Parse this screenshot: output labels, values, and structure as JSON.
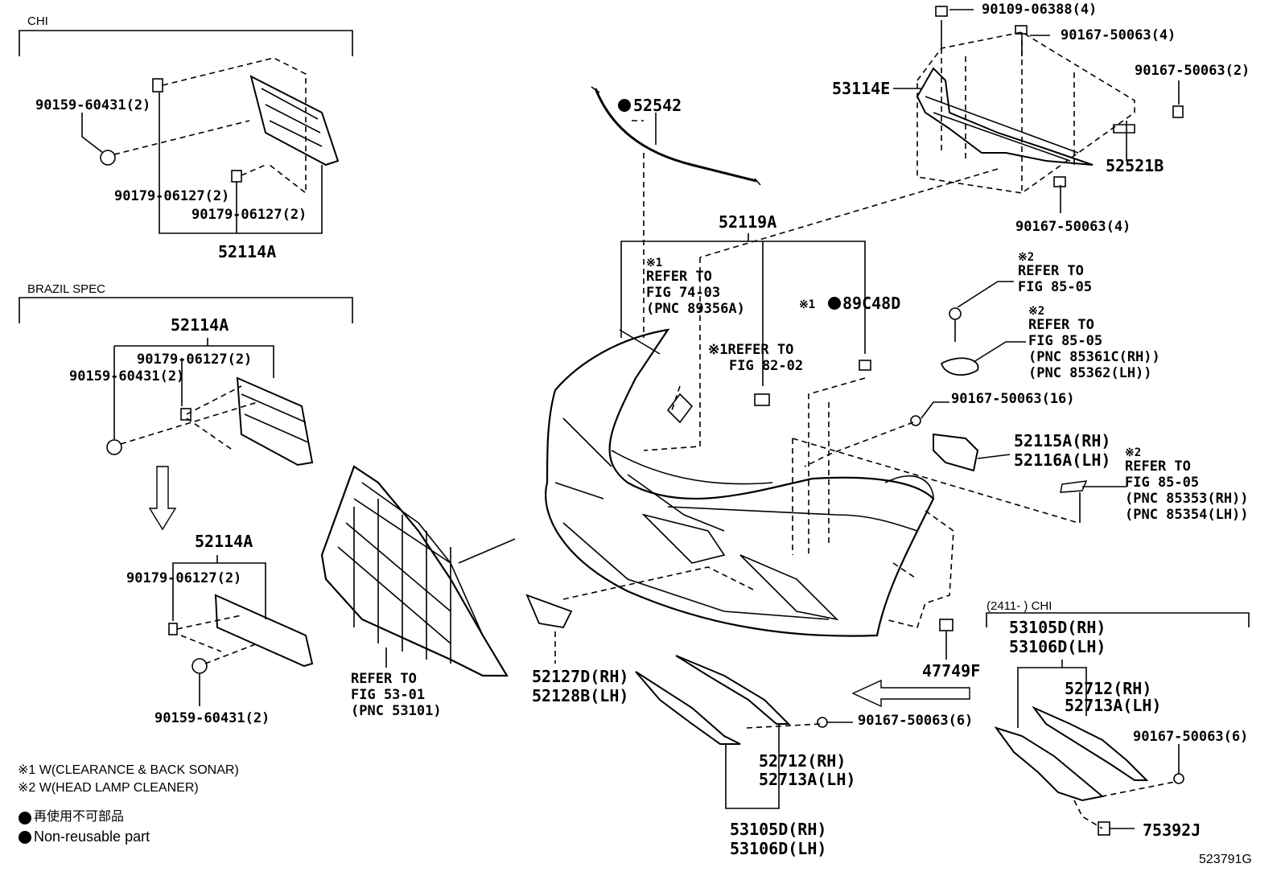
{
  "sections": {
    "chi": "CHI",
    "brazil": "BRAZIL SPEC",
    "chi_2411": "(2411-      ) CHI"
  },
  "parts": {
    "p90109_06388": "90109-06388(4)",
    "p90167_50063_4_top": "90167-50063(4)",
    "p90167_50063_2": "90167-50063(2)",
    "p53114E": "53114E",
    "p52521B": "52521B",
    "p90167_50063_4_bottom": "90167-50063(4)",
    "p52542": "52542",
    "p52119A": "52119A",
    "p89C48D": "89C48D",
    "p90167_50063_16": "90167-50063(16)",
    "p52115A": "52115A(RH)",
    "p52116A": "52116A(LH)",
    "p47749F": "47749F",
    "p52127D": "52127D(RH)",
    "p52128B": "52128B(LH)",
    "p90167_50063_6_mid": "90167-50063(6)",
    "p52712_mid": "52712(RH)",
    "p52713A_mid": "52713A(LH)",
    "p53105D_bot": "53105D(RH)",
    "p53106D_bot": "53106D(LH)",
    "p53105D_right": "53105D(RH)",
    "p53106D_right": "53106D(LH)",
    "p52712_right": "52712(RH)",
    "p52713A_right": "52713A(LH)",
    "p90167_50063_6_right": "90167-50063(6)",
    "p75392J": "75392J",
    "chi_90159": "90159-60431(2)",
    "chi_90179_a": "90179-06127(2)",
    "chi_90179_b": "90179-06127(2)",
    "chi_52114A": "52114A",
    "br_52114A": "52114A",
    "br_90179": "90179-06127(2)",
    "br_90159": "90159-60431(2)",
    "br2_52114A": "52114A",
    "br2_90179": "90179-06127(2)",
    "br2_90159": "90159-60431(2)"
  },
  "refs": {
    "r74_mark": "※1",
    "r74_l1": "REFER TO",
    "r74_l2": "FIG 74-03",
    "r74_l3": "(PNC 89356A)",
    "r82_l1": "※1REFER TO",
    "r82_l2": "FIG 82-02",
    "r89_mark": "※1",
    "r85a_mark": "※2",
    "r85a_l1": "REFER TO",
    "r85a_l2": "FIG 85-05",
    "r85b_mark": "※2",
    "r85b_l1": "REFER TO",
    "r85b_l2": "FIG 85-05",
    "r85b_l3": "(PNC 85361C(RH))",
    "r85b_l4": "(PNC 85362(LH))",
    "r85c_mark": "※2",
    "r85c_l1": "REFER TO",
    "r85c_l2": "FIG 85-05",
    "r85c_l3": "(PNC 85353(RH))",
    "r85c_l4": "(PNC 85354(LH))",
    "r53_l1": "REFER TO",
    "r53_l2": "FIG 53-01",
    "r53_l3": "(PNC 53101)"
  },
  "notes": {
    "n1": "※1 W(CLEARANCE & BACK SONAR)",
    "n2": "※2 W(HEAD LAMP CLEANER)",
    "n3": "再使用不可部品",
    "n4": "Non-reusable part"
  },
  "diagram_code": "523791G"
}
